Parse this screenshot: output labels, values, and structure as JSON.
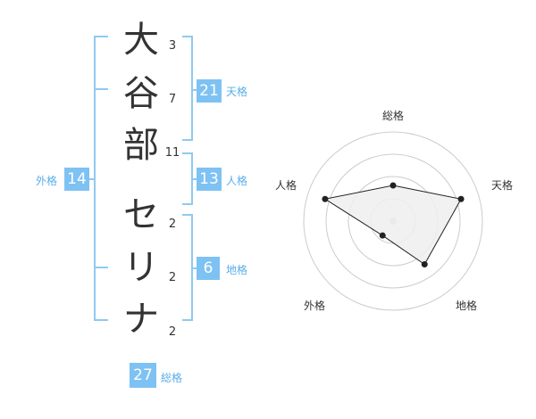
{
  "name": {
    "characters": [
      "大",
      "谷",
      "部",
      "セ",
      "リ",
      "ナ"
    ],
    "strokes": [
      "3",
      "7",
      "11",
      "2",
      "2",
      "2"
    ]
  },
  "kakusu": {
    "tenkaku": {
      "value": "21",
      "label": "天格"
    },
    "jinkaku": {
      "value": "13",
      "label": "人格"
    },
    "chikaku": {
      "value": "6",
      "label": "地格"
    },
    "gaikaku": {
      "value": "14",
      "label": "外格"
    },
    "soukaku": {
      "value": "27",
      "label": "総格"
    }
  },
  "chart_data": {
    "type": "radar",
    "axes": [
      "総格",
      "天格",
      "地格",
      "外格",
      "人格"
    ],
    "values": [
      0.4,
      0.8,
      0.6,
      0.2,
      0.8
    ],
    "rings": 4,
    "colors": {
      "fill": "#eeeeee",
      "line": "#222222",
      "grid": "#cccccc",
      "center": "#cccccc"
    }
  },
  "colors": {
    "accent": "#7ec2f3",
    "accent_text": "#5aaee9"
  }
}
